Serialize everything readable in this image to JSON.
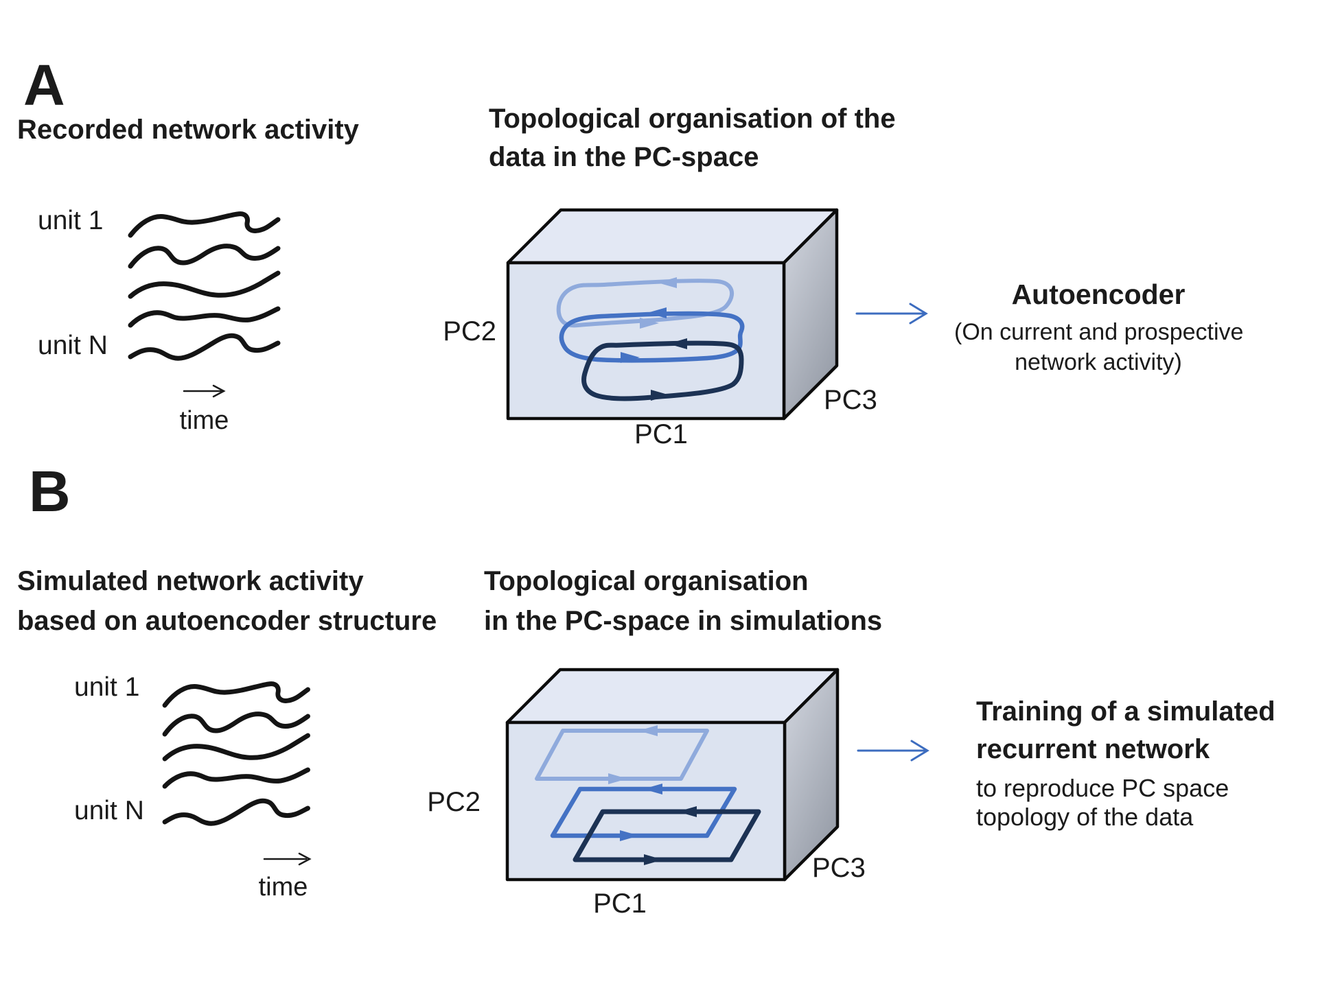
{
  "panel_a": {
    "label": "A",
    "recorded_heading": "Recorded network activity",
    "unit_top": "unit 1",
    "unit_bottom": "unit N",
    "time_label": "time",
    "topology_heading_line1": "Topological organisation of the",
    "topology_heading_line2": "data in the PC-space",
    "pc1": "PC1",
    "pc2": "PC2",
    "pc3": "PC3",
    "process_title": "Autoencoder",
    "process_sub_line1": "(On current and prospective",
    "process_sub_line2": "network activity)"
  },
  "panel_b": {
    "label": "B",
    "sim_heading_line1": "Simulated network activity",
    "sim_heading_line2": "based on autoencoder structure",
    "unit_top": "unit 1",
    "unit_bottom": "unit N",
    "time_label": "time",
    "topology_heading_line1": "Topological organisation",
    "topology_heading_line2": "in the PC-space in simulations",
    "pc1": "PC1",
    "pc2": "PC2",
    "pc3": "PC3",
    "process_title_line1": "Training of a simulated",
    "process_title_line2": "recurrent network",
    "process_sub_line1": "to reproduce PC space",
    "process_sub_line2": "topology of the data"
  },
  "colors": {
    "trajectory_light": "#8FAADC",
    "trajectory_medium": "#4472C4",
    "trajectory_dark": "#1C3254",
    "box_front": "#DCE3F0",
    "box_top": "#E3E8F4",
    "box_side_light": "#D4D8E1",
    "box_side_dark": "#989EA9",
    "process_arrow": "#3C6CBF",
    "ink": "#1B1B1B"
  }
}
